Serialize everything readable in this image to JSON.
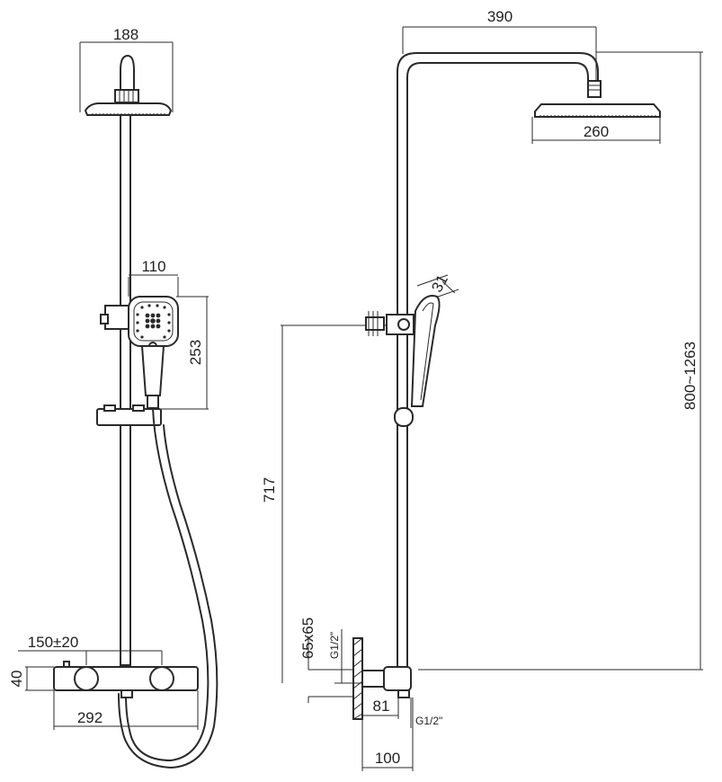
{
  "front_view": {
    "head_width": "188",
    "handset_width": "110",
    "handset_length": "253",
    "centers": "150±20",
    "valve_height": "40",
    "valve_width": "292"
  },
  "side_view": {
    "arm_reach": "390",
    "head_diameter": "260",
    "handset_angle": "31",
    "total_height": "800~1263",
    "holder_height": "717",
    "wall_box": "65x65",
    "thread_top": "G1/2\"",
    "projection": "81",
    "thread_bottom": "G1/2\"",
    "valve_depth": "100"
  }
}
